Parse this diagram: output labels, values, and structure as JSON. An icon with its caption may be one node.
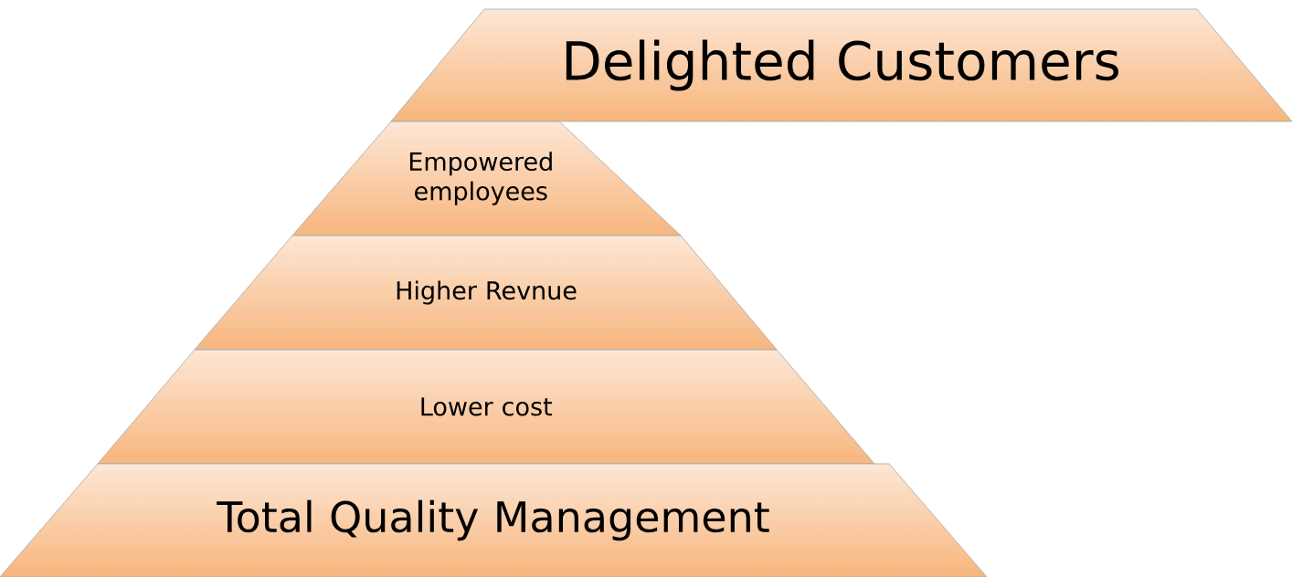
{
  "diagram": {
    "nodes": [
      {
        "text": [
          "Delighted Customers"
        ]
      },
      {
        "text": [
          "Empowered employees"
        ]
      },
      {
        "text": [
          "Higher Revnue"
        ]
      },
      {
        "text": [
          "Lower cost"
        ]
      },
      {
        "text": [
          "Total Quality Management"
        ]
      }
    ]
  }
}
